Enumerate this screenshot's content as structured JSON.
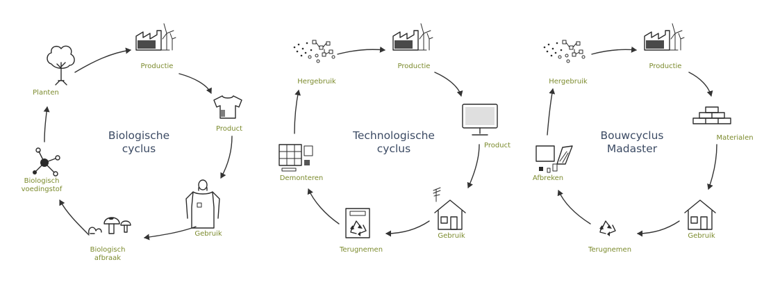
{
  "cycles": [
    {
      "title": "Biologische\ncyclus",
      "labels": {
        "production": "Productie",
        "product": "Product",
        "use": "Gebruik",
        "decay": "Biologisch\nafbraak",
        "nutrient": "Biologisch\nvoedingstof",
        "plant": "Planten"
      }
    },
    {
      "title": "Technologische\ncyclus",
      "labels": {
        "production": "Productie",
        "product": "Product",
        "use": "Gebruik",
        "takeback": "Terugnemen",
        "disassemble": "Demonteren",
        "reuse": "Hergebruik"
      }
    },
    {
      "title": "Bouwcyclus\nMadaster",
      "labels": {
        "production": "Productie",
        "materials": "Materialen",
        "use": "Gebruik",
        "takeback": "Terugnemen",
        "demolish": "Afbreken",
        "reuse": "Hergebruik"
      }
    }
  ],
  "colors": {
    "label": "#7b8a2c",
    "title": "#3b4a63",
    "ink": "#2a2a2a"
  }
}
